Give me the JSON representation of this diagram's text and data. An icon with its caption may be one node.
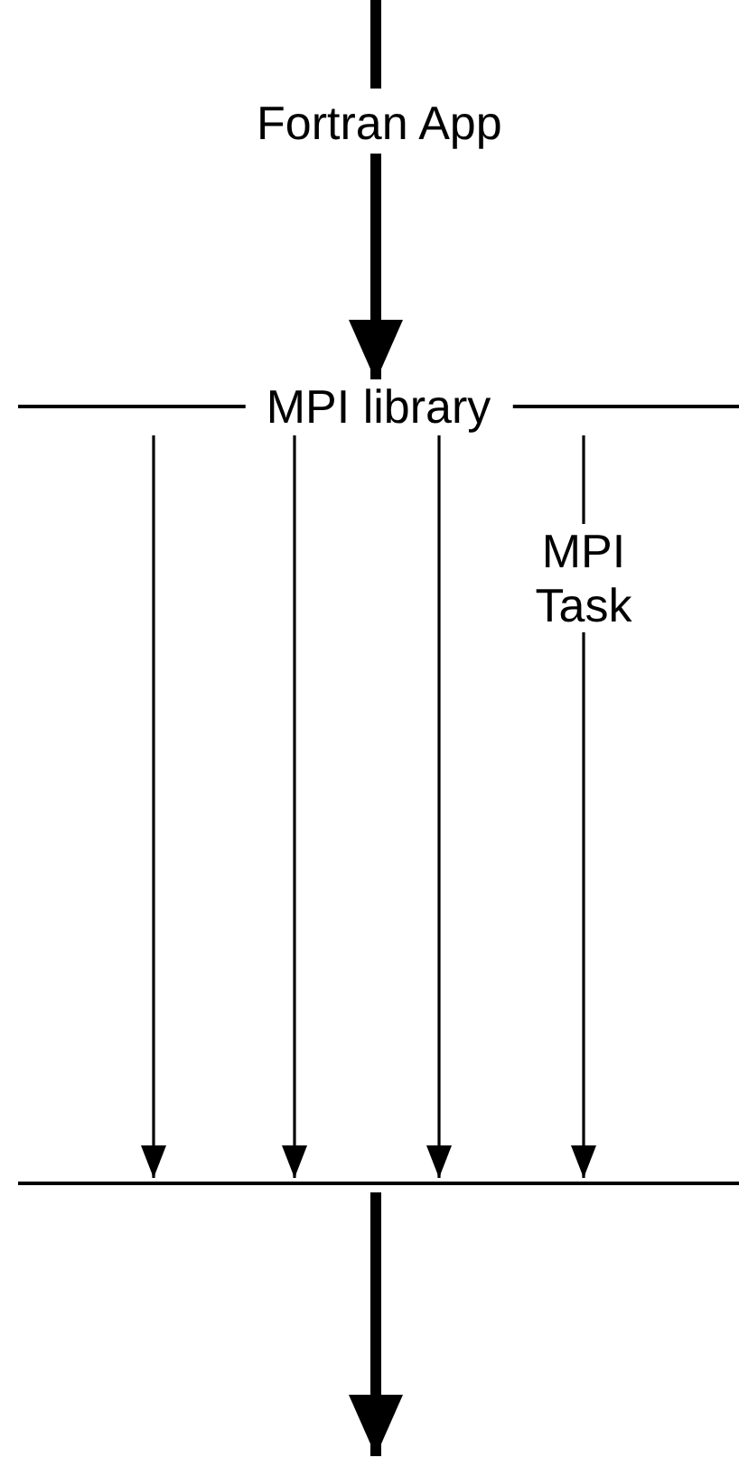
{
  "diagram": {
    "nodes": [
      {
        "text": [
          "Fortran App"
        ]
      },
      {
        "text": [
          "MPI library"
        ]
      },
      {
        "text": [],
        "shape": "bar"
      }
    ],
    "edges": [
      {
        "from": null,
        "to": 0,
        "arrow": "none",
        "style": "thick"
      },
      {
        "from": 0,
        "to": 1,
        "arrow": "to",
        "style": "thick"
      },
      {
        "from": 1,
        "to": 2,
        "arrow": "to"
      },
      {
        "from": 1,
        "to": 2,
        "arrow": "to"
      },
      {
        "from": 1,
        "to": 2,
        "arrow": "to"
      },
      {
        "from": 1,
        "to": 2,
        "arrow": "to",
        "label": "MPI Task"
      },
      {
        "from": 2,
        "to": null,
        "arrow": "to",
        "style": "thick"
      }
    ]
  }
}
